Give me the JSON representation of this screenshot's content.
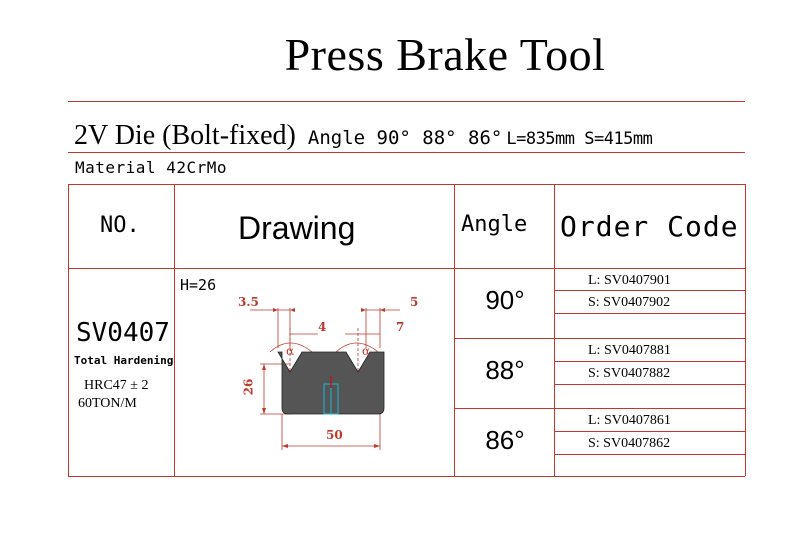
{
  "title": "Press Brake Tool",
  "subtitle": {
    "main": "2V Die (Bolt-fixed)",
    "angles": "Angle 90° 88° 86°",
    "dims": "L=835mm S=415mm"
  },
  "material": "Material 42CrMo",
  "table": {
    "headers": {
      "no": "NO.",
      "drawing": "Drawing",
      "angle": "Angle",
      "order_code": "Order Code"
    },
    "product": {
      "code": "SV0407",
      "hardening": "Total Hardening",
      "hrc": "HRC47 ± 2",
      "tonnage": "60TON/M"
    },
    "drawing_labels": {
      "height": "H=26",
      "dim_left": "3.5",
      "dim_right": "5",
      "dim_v_left": "4",
      "dim_v_right": "7",
      "alpha_left": "α",
      "alpha_right": "α",
      "dim_height": "26",
      "dim_width": "50"
    },
    "rows": [
      {
        "angle": "90°",
        "codes": [
          "L: SV0407901",
          "S: SV0407902"
        ]
      },
      {
        "angle": "88°",
        "codes": [
          "L: SV0407881",
          "S: SV0407882"
        ]
      },
      {
        "angle": "86°",
        "codes": [
          "L: SV0407861",
          "S: SV0407862"
        ]
      }
    ]
  },
  "colors": {
    "rule": "#c0392b",
    "dimension": "#c0392b",
    "die_fill": "#555555",
    "bolt": "#17b6d6"
  }
}
